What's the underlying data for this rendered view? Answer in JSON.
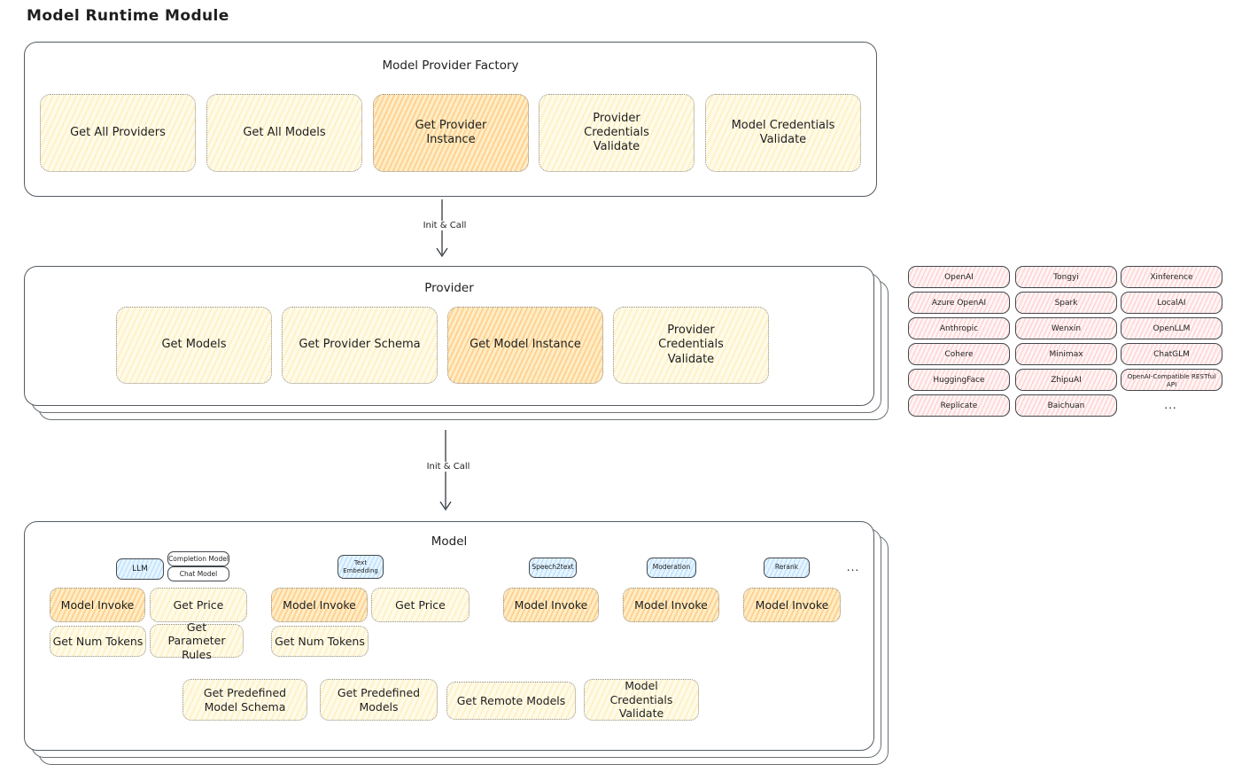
{
  "page_title": "Model Runtime Module",
  "factory": {
    "title": "Model Provider Factory",
    "boxes": [
      "Get All Providers",
      "Get All Models",
      "Get Provider Instance",
      "Provider Credentials Validate",
      "Model Credentials Validate"
    ]
  },
  "arrow1_label": "Init & Call",
  "arrow2_label": "Init & Call",
  "provider": {
    "title": "Provider",
    "boxes": [
      "Get Models",
      "Get Provider Schema",
      "Get Model Instance",
      "Provider Credentials Validate"
    ]
  },
  "providers_panel": {
    "col1": [
      "OpenAI",
      "Azure OpenAI",
      "Anthropic",
      "Cohere",
      "HuggingFace",
      "Replicate"
    ],
    "col2": [
      "Tongyi",
      "Spark",
      "Wenxin",
      "Minimax",
      "ZhipuAI",
      "Baichuan"
    ],
    "col3": [
      "Xinference",
      "LocalAI",
      "OpenLLM",
      "ChatGLM",
      "OpenAI-Compatible RESTful API"
    ],
    "more": "..."
  },
  "model": {
    "title": "Model",
    "tags": [
      "LLM",
      "Completion Model",
      "Chat Model",
      "Text Embedding",
      "Speech2text",
      "Moderation",
      "Rerank"
    ],
    "tags_more": "...",
    "ops": {
      "model_invoke": "Model Invoke",
      "get_price": "Get Price",
      "get_num_tokens": "Get Num Tokens",
      "get_parameter_rules": "Get Parameter Rules",
      "get_predefined_model_schema": "Get Predefined Model Schema",
      "get_predefined_models": "Get Predefined Models",
      "get_remote_models": "Get Remote Models",
      "model_credentials_validate": "Model Credentials Validate"
    }
  },
  "colors": {
    "ink": "#1e1e1e",
    "card_border": "#545b61",
    "yellow_fill": "#fffbea",
    "yellow_hatch": "#ffd86a",
    "orange_fill": "#ffeec6",
    "orange_hatch": "#ffa94d",
    "pink_fill": "#fff5f5",
    "pink_hatch": "#ff8787",
    "blue_fill": "#e7f5ff",
    "blue_hatch": "#4dabf7"
  }
}
